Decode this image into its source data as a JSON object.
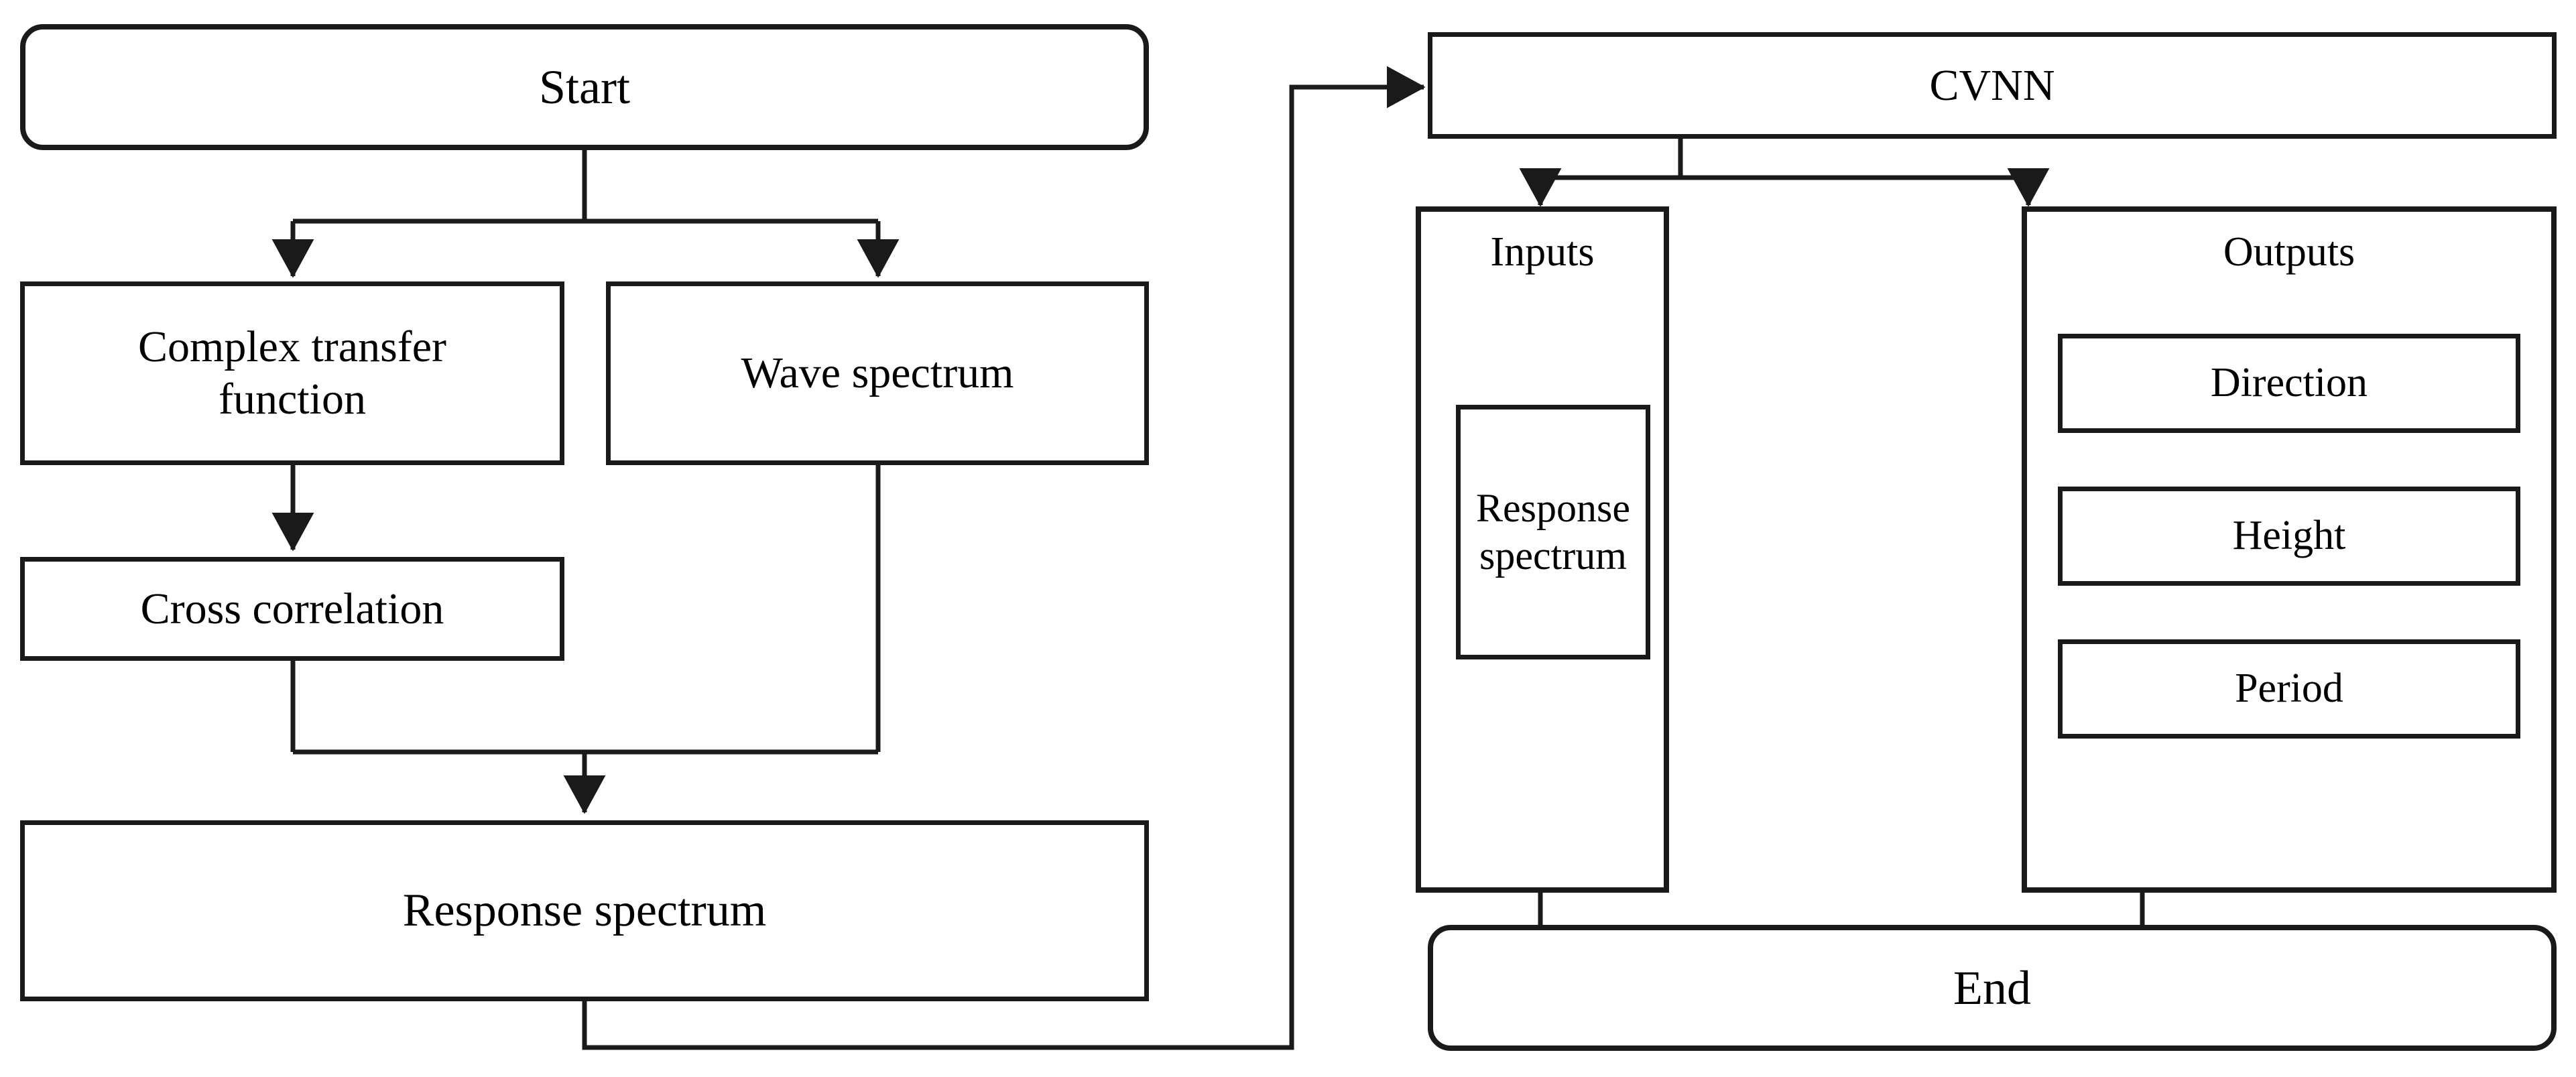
{
  "diagram": {
    "title": "CVNN wave-parameter estimation flowchart",
    "stroke_color": "#1a1a1a",
    "background_color": "#ffffff",
    "text_color": "#000000"
  },
  "nodes": {
    "start": {
      "label": "Start",
      "shape": "rounded-rectangle"
    },
    "complex_transfer_function": {
      "label": "Complex transfer\nfunction",
      "shape": "rectangle"
    },
    "wave_spectrum": {
      "label": "Wave spectrum",
      "shape": "rectangle"
    },
    "cross_correlation": {
      "label": "Cross correlation",
      "shape": "rectangle"
    },
    "response_spectrum_left": {
      "label": "Response spectrum",
      "shape": "rectangle"
    },
    "cvnn": {
      "label": "CVNN",
      "shape": "rectangle"
    },
    "inputs": {
      "label": "Inputs",
      "shape": "rectangle-container"
    },
    "outputs": {
      "label": "Outputs",
      "shape": "rectangle-container"
    },
    "inputs_response_spectrum": {
      "label": "Response\nspectrum",
      "shape": "rectangle"
    },
    "output_direction": {
      "label": "Direction",
      "shape": "rectangle"
    },
    "output_height": {
      "label": "Height",
      "shape": "rectangle"
    },
    "output_period": {
      "label": "Period",
      "shape": "rectangle"
    },
    "end": {
      "label": "End",
      "shape": "rounded-rectangle"
    }
  },
  "edges": [
    {
      "from": "start",
      "to": "complex_transfer_function",
      "arrow": true
    },
    {
      "from": "start",
      "to": "wave_spectrum",
      "arrow": true
    },
    {
      "from": "complex_transfer_function",
      "to": "cross_correlation",
      "arrow": true
    },
    {
      "from": "cross_correlation",
      "to": "response_spectrum_left",
      "arrow": true
    },
    {
      "from": "wave_spectrum",
      "to": "response_spectrum_left",
      "arrow": true
    },
    {
      "from": "response_spectrum_left",
      "to": "cvnn",
      "arrow": true
    },
    {
      "from": "cvnn",
      "to": "inputs",
      "arrow": true
    },
    {
      "from": "cvnn",
      "to": "outputs",
      "arrow": true
    },
    {
      "from": "inputs",
      "to": "end",
      "arrow": true
    },
    {
      "from": "outputs",
      "to": "end",
      "arrow": true
    }
  ]
}
